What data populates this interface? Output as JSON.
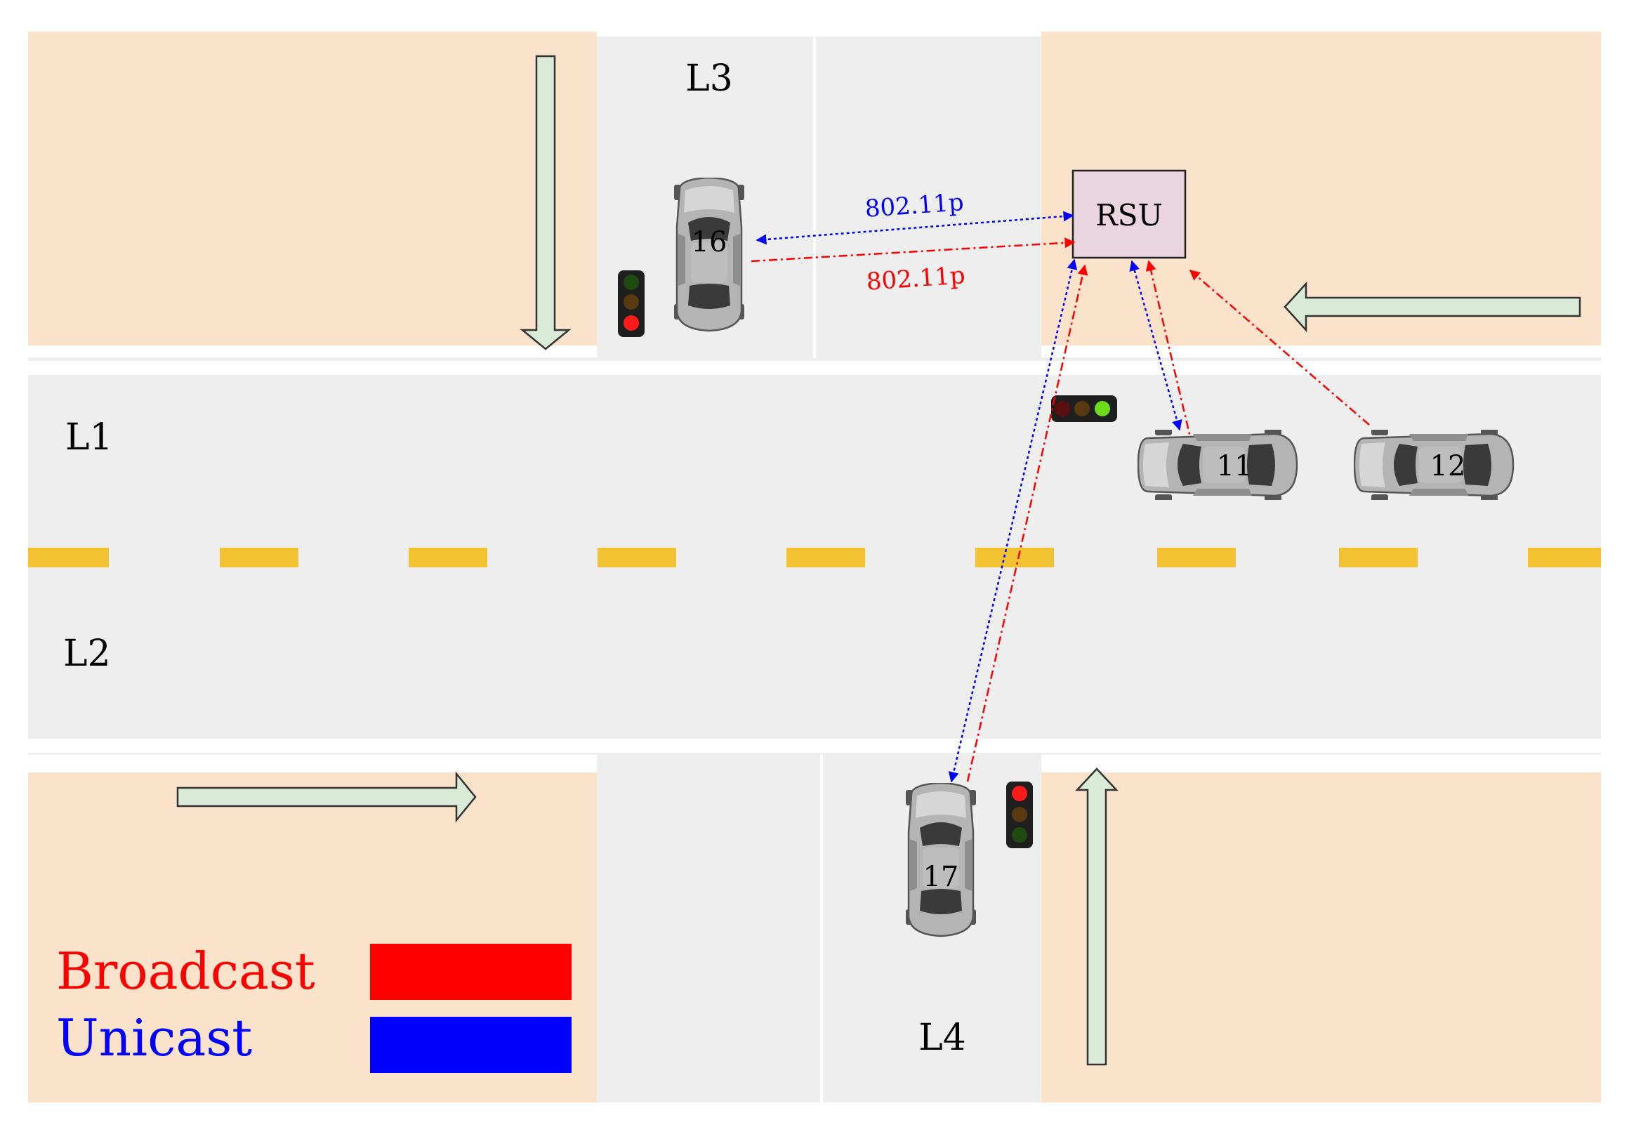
{
  "lanes": {
    "l1": "L1",
    "l2": "L2",
    "l3": "L3",
    "l4": "L4"
  },
  "rsu": {
    "label": "RSU"
  },
  "links": {
    "unicast_label": "802.11p",
    "broadcast_label": "802.11p"
  },
  "cars": {
    "car16": "16",
    "car17": "17",
    "car11": "11",
    "car12": "12"
  },
  "legend": {
    "broadcast_label": "Broadcast",
    "unicast_label": "Unicast"
  },
  "colors": {
    "sidewalk": "#fbe3cb",
    "road": "#eeeeee",
    "lane_dash": "#f2c232",
    "arrow_fill": "#d9ebd7",
    "rsu_fill": "#e9d4e0",
    "broadcast": "#ff0000",
    "unicast": "#0000ff"
  },
  "traffic_lights": {
    "l3_light": "red",
    "l1_light": "green",
    "l4_light": "red"
  }
}
